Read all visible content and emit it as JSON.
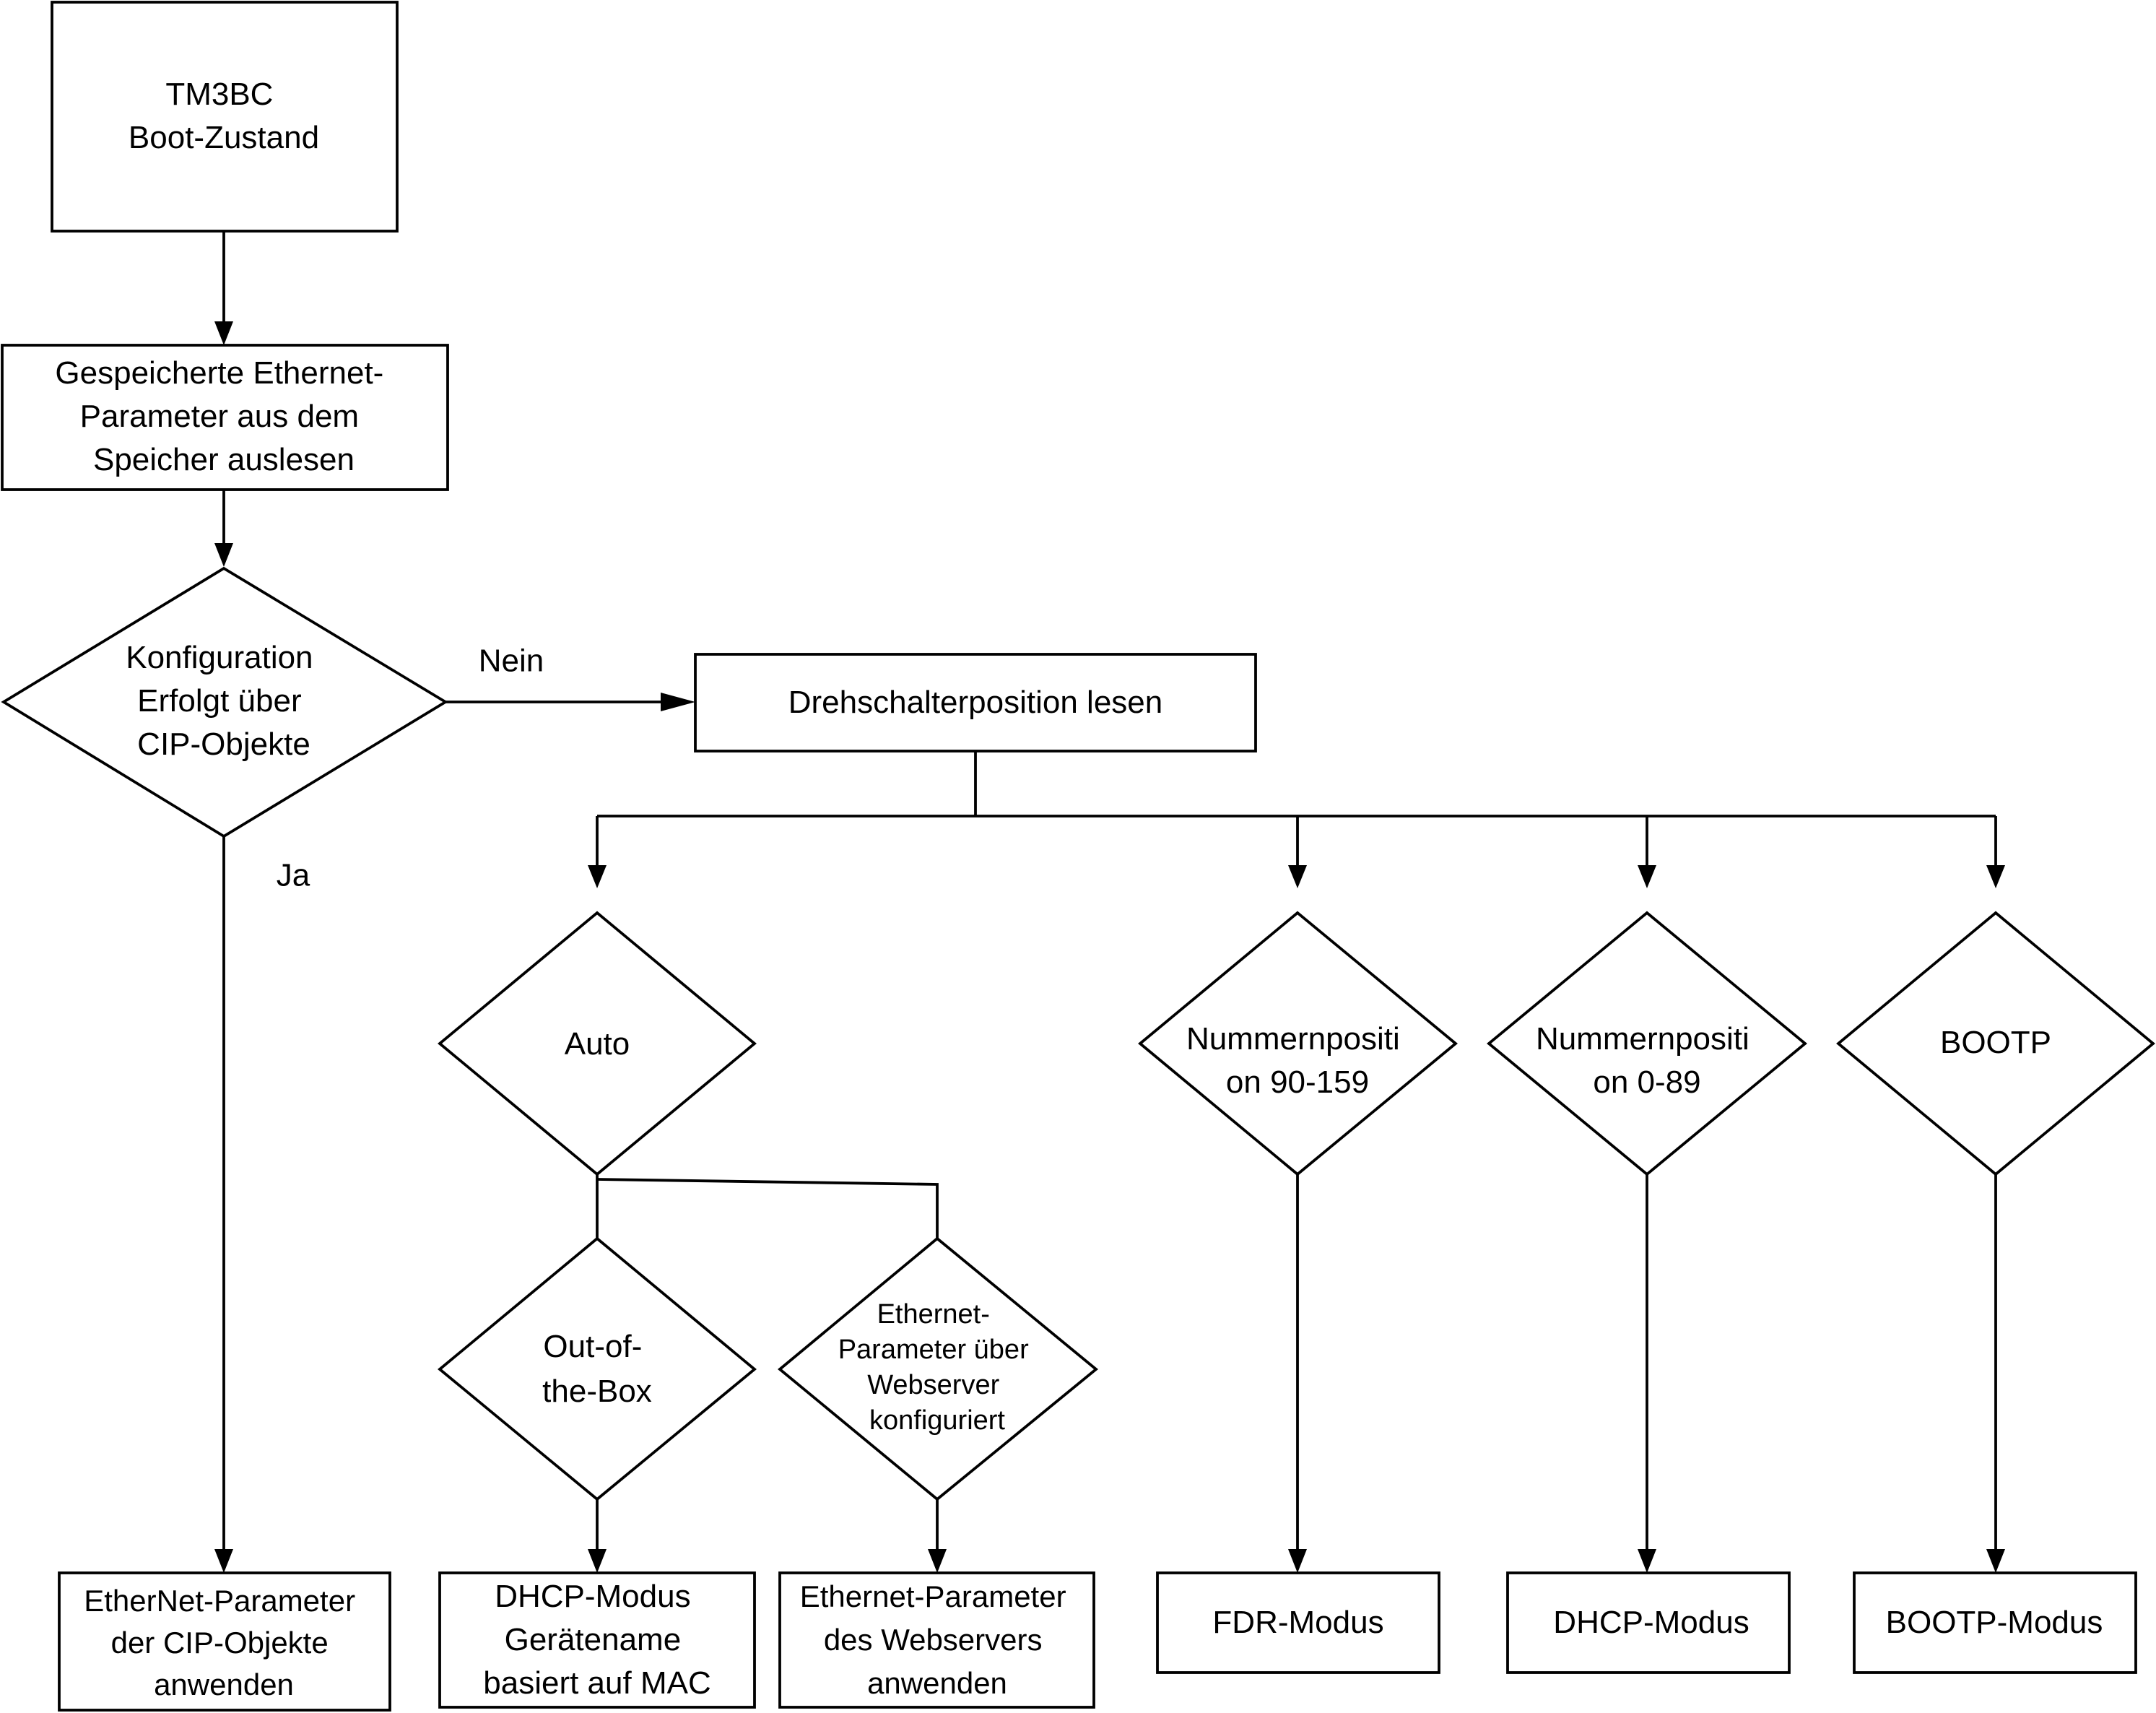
{
  "nodes": {
    "boot_state": {
      "lines": [
        "TM3BC",
        "Boot-Zustand"
      ]
    },
    "read_params": {
      "lines": [
        "Gespeicherte Ethernet-",
        "Parameter aus dem",
        "Speicher auslesen"
      ]
    },
    "cip_decision": {
      "lines": [
        "Konfiguration",
        "Erfolgt über",
        "CIP-Objekte"
      ]
    },
    "read_switch": {
      "lines": [
        "Drehschalterposition lesen"
      ]
    },
    "auto": {
      "lines": [
        "Auto"
      ]
    },
    "num_90_159": {
      "lines": [
        "Nummernpositi",
        "on 90-159"
      ]
    },
    "num_0_89": {
      "lines": [
        "Nummernpositi",
        "on 0-89"
      ]
    },
    "bootp": {
      "lines": [
        "BOOTP"
      ]
    },
    "out_of_box": {
      "lines": [
        "Out-of-",
        "the-Box"
      ]
    },
    "webserver_configured": {
      "lines": [
        "Ethernet-",
        "Parameter über",
        "Webserver",
        "konfiguriert"
      ]
    },
    "apply_cip": {
      "lines": [
        "EtherNet-Parameter",
        "der CIP-Objekte",
        "anwenden"
      ]
    },
    "dhcp_mac": {
      "lines": [
        "DHCP-Modus",
        "Gerätename",
        "basiert auf MAC"
      ]
    },
    "apply_webserver": {
      "lines": [
        "Ethernet-Parameter",
        "des Webservers",
        "anwenden"
      ]
    },
    "fdr_mode": {
      "lines": [
        "FDR-Modus"
      ]
    },
    "dhcp_mode": {
      "lines": [
        "DHCP-Modus"
      ]
    },
    "bootp_mode": {
      "lines": [
        "BOOTP-Modus"
      ]
    }
  },
  "edge_labels": {
    "no": "Nein",
    "yes": "Ja"
  }
}
